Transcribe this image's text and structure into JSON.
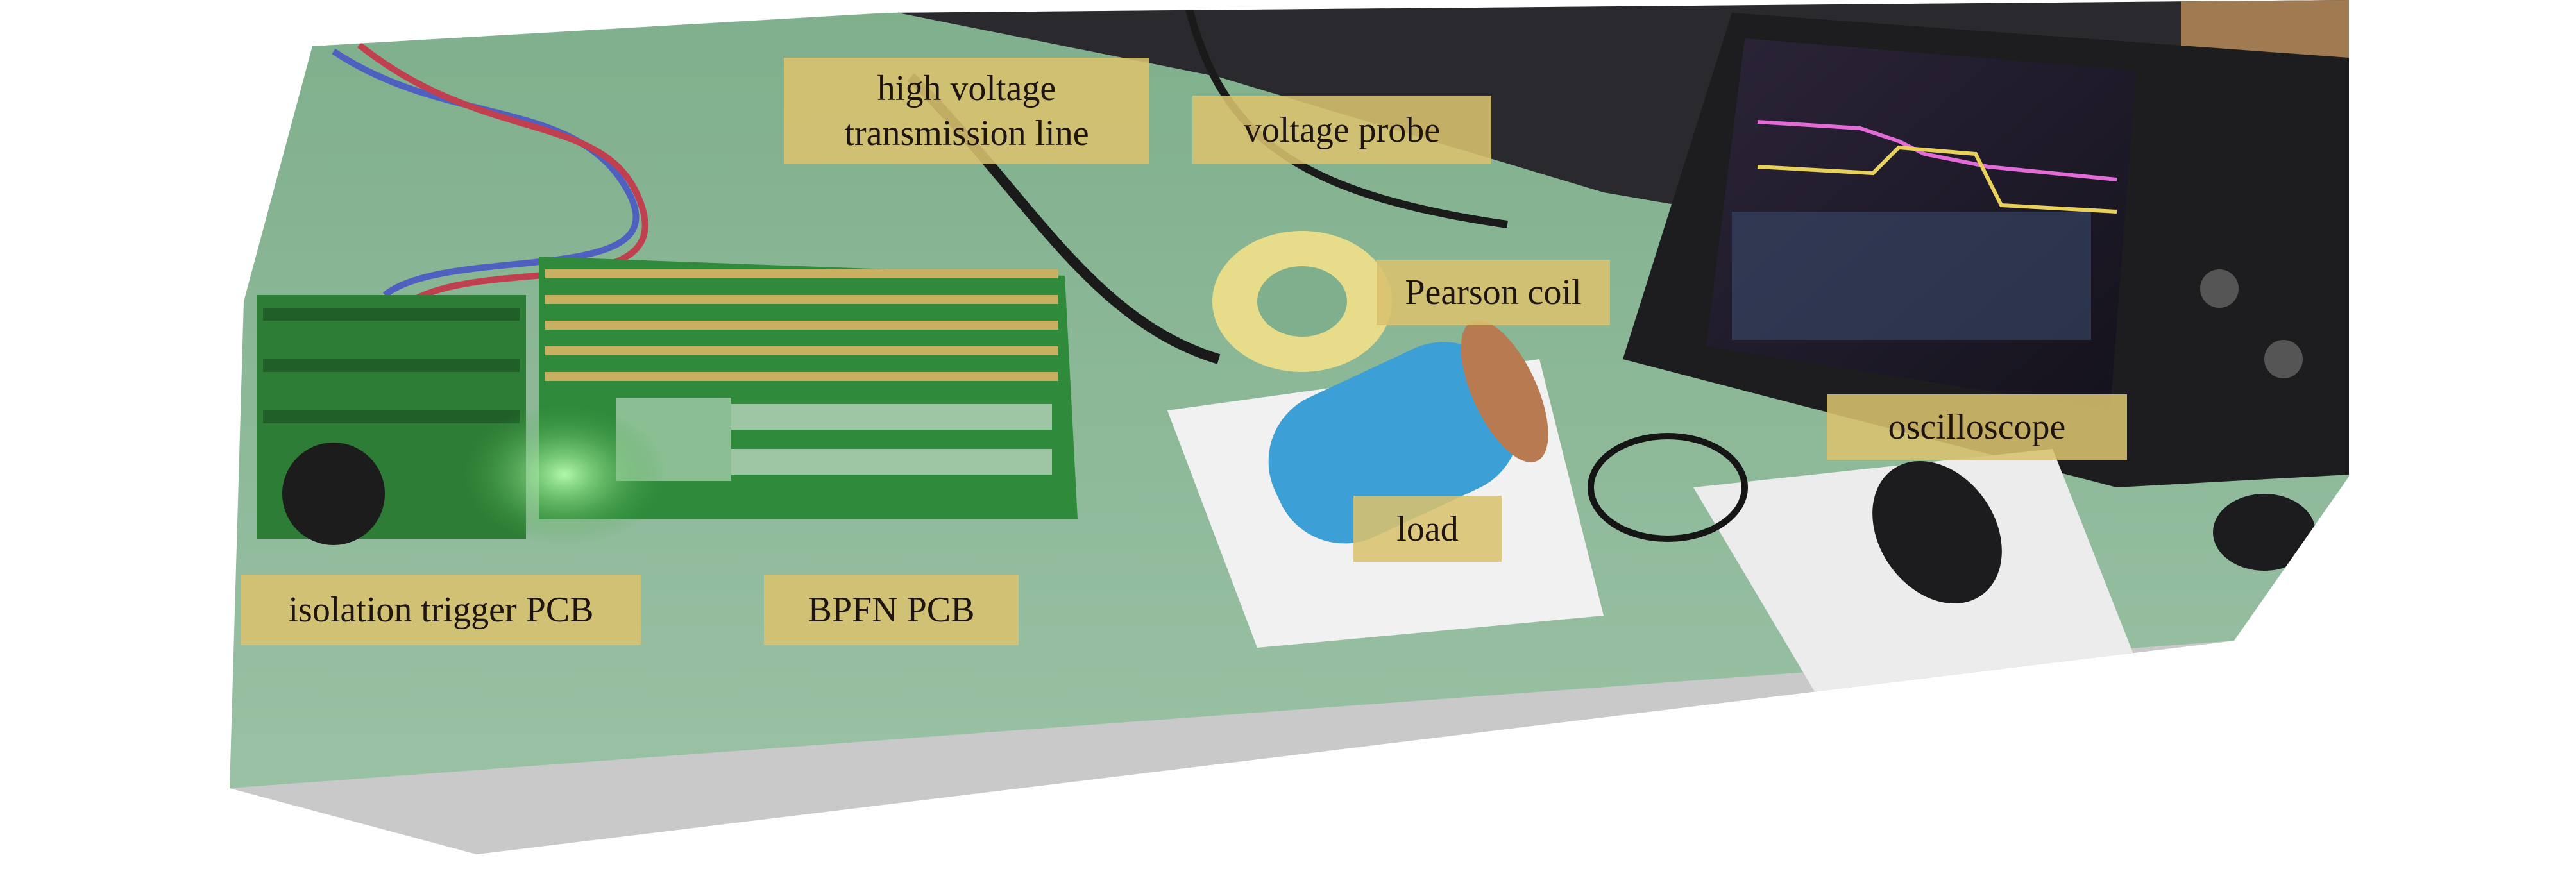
{
  "labels": {
    "hv_line_1": "high voltage",
    "hv_line_2": "transmission line",
    "voltage_probe": "voltage probe",
    "pearson_coil": "Pearson coil",
    "oscilloscope": "oscilloscope",
    "load": "load",
    "isolation_trigger_pcb": "isolation trigger PCB",
    "bpfn_pcb": "BPFN PCB"
  },
  "colors": {
    "label_bg": "#d9c26e",
    "table_green": "#8fb89a",
    "pcb_green": "#2f8a3c"
  }
}
